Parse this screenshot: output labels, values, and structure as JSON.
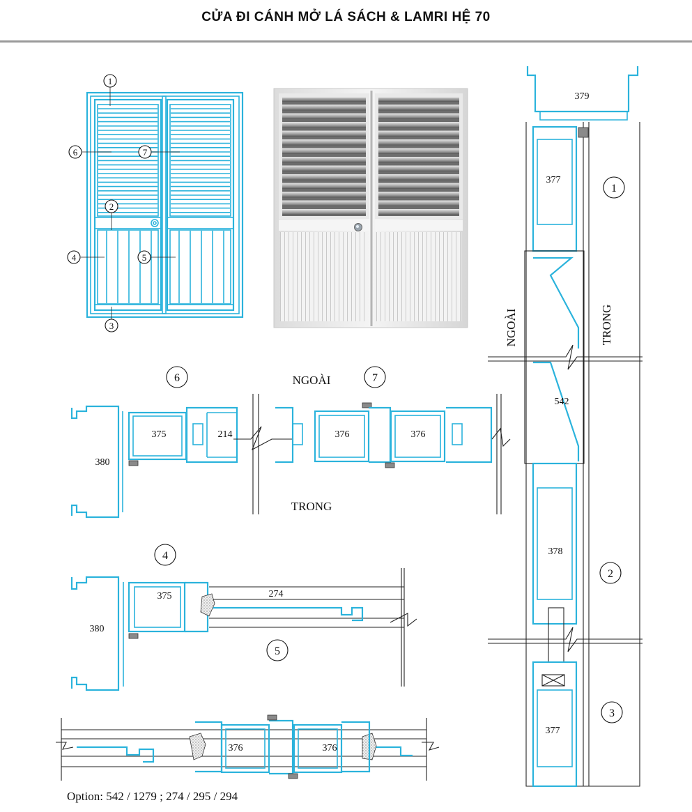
{
  "header": {
    "title": "CỬA ĐI CÁNH MỞ LÁ SÁCH & LAMRI HỆ  70"
  },
  "elevation": {
    "callouts": [
      "1",
      "2",
      "3",
      "4",
      "5",
      "6",
      "7"
    ]
  },
  "horizontal_section_top": {
    "callouts": [
      "6",
      "7"
    ],
    "outside_label": "NGOÀI",
    "inside_label": "TRONG",
    "profiles": [
      "380",
      "375",
      "214",
      "376",
      "376"
    ]
  },
  "horizontal_section_middle": {
    "callouts": [
      "4",
      "5"
    ],
    "profiles": [
      "380",
      "375",
      "274"
    ]
  },
  "horizontal_section_bottom": {
    "profiles": [
      "376",
      "376"
    ]
  },
  "vertical_section": {
    "outside_label": "NGOÀI",
    "inside_label": "TRONG",
    "callouts": [
      "1",
      "2",
      "3"
    ],
    "profiles": [
      "379",
      "377",
      "542",
      "378",
      "377"
    ]
  },
  "footer": {
    "option_text": "Option: 542 / 1279 ; 274 / 295 / 294"
  },
  "colors": {
    "profile_blue": "#2bb3dc",
    "line_black": "#222222",
    "rule_gray": "#9a9a9a"
  }
}
